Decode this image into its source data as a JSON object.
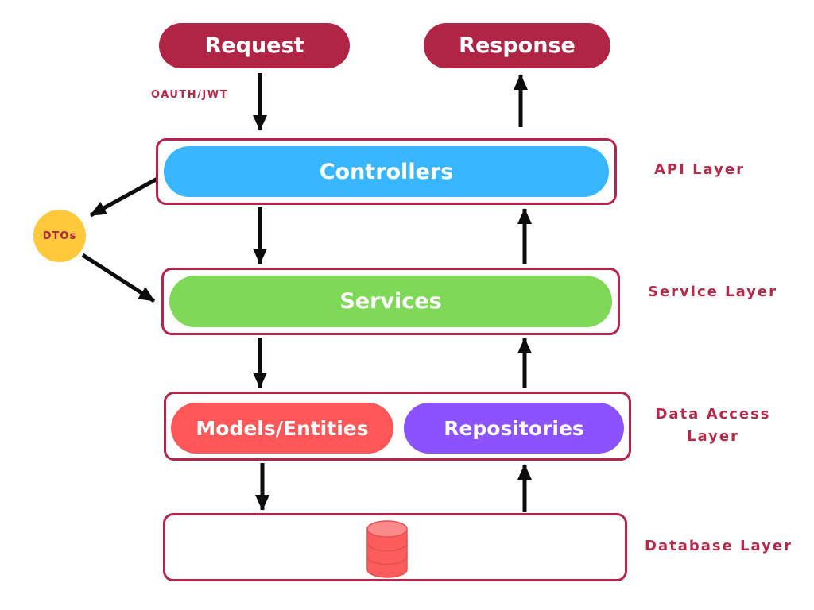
{
  "nodes": {
    "request": {
      "label": "Request",
      "color": "#B02546"
    },
    "response": {
      "label": "Response",
      "color": "#B02546"
    },
    "oauth": {
      "label": "OAUTH/JWT",
      "color": "#B72949"
    },
    "controllers": {
      "label": "Controllers",
      "color": "#38B6FF"
    },
    "dtos": {
      "label": "DTOs",
      "color": "#FFC93C"
    },
    "services": {
      "label": "Services",
      "color": "#7ED957"
    },
    "models": {
      "label": "Models/Entities",
      "color": "#FF5757"
    },
    "repositories": {
      "label": "Repositories",
      "color": "#8C52FF"
    },
    "database_icon": "database-cylinder"
  },
  "layer_labels": {
    "api": "API Layer",
    "service": "Service Layer",
    "data_access": "Data Access Layer",
    "database": "Database Layer"
  },
  "colors": {
    "box_border": "#B5254A",
    "label_text": "#B72949",
    "arrow": "#0D0D0D",
    "db_body": "#FC5C5C",
    "db_top": "#FD8A8A",
    "pill_text": "#FFFFFF"
  }
}
